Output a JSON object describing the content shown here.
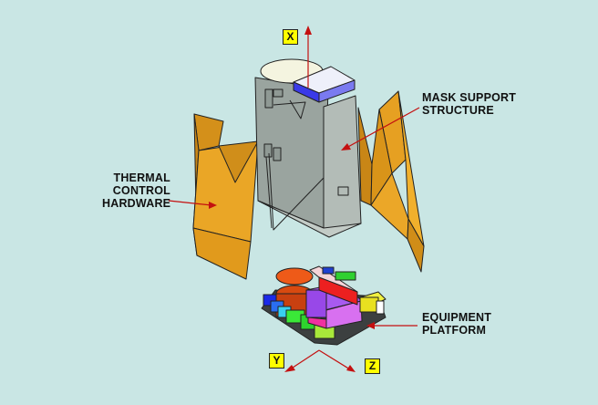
{
  "labels": {
    "mask_support": [
      "MASK SUPPORT",
      "STRUCTURE"
    ],
    "thermal_control": [
      "THERMAL",
      "CONTROL",
      "HARDWARE"
    ],
    "equipment_platform": [
      "EQUIPMENT",
      "PLATFORM"
    ]
  },
  "axes": {
    "x": "X",
    "y": "Y",
    "z": "Z"
  },
  "colors": {
    "background": "#c9e6e4",
    "arrow": "#c41010",
    "panel": "#e8a21e",
    "structure": "#a9b3ad",
    "axis_box": "#ffff00"
  }
}
